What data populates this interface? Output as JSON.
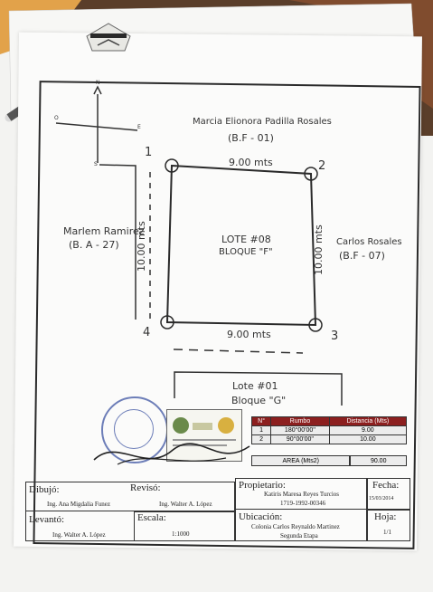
{
  "north_arrow": {
    "n": "N",
    "e": "E",
    "o": "O",
    "s": "S"
  },
  "lots": {
    "main": {
      "title": "LOTE #08",
      "subtitle": "BLOQUE \"F\""
    },
    "south": {
      "title": "Lote #01",
      "subtitle": "Bloque \"G\""
    }
  },
  "neighbors": {
    "north": {
      "name": "Marcia Elionora Padilla Rosales",
      "code": "(B.F - 01)"
    },
    "west": {
      "name": "Marlem Ramirez",
      "code": "(B. A - 27)"
    },
    "east": {
      "name": "Carlos Rosales",
      "code": "(B.F - 07)"
    }
  },
  "dimensions": {
    "top": "9.00 mts",
    "bottom": "9.00 mts",
    "left": "10.00 mts",
    "right": "10.00 mts"
  },
  "vertices": [
    "1",
    "2",
    "3",
    "4"
  ],
  "rumbo_table": {
    "headers": [
      "N°",
      "Rumbo",
      "Distancia (Mts)"
    ],
    "rows": [
      [
        "1",
        "180°00'00''",
        "9.00"
      ],
      [
        "2",
        "90°00'00''",
        "10.00"
      ]
    ],
    "area_label": "AREA (Mts2)",
    "area_value": "90.00"
  },
  "title_block": {
    "dibujo_label": "Dibujó:",
    "dibujo_value": "Ing. Ana Migdalia Funez",
    "reviso_label": "Revisó:",
    "reviso_value": "Ing. Walter A. López",
    "propietario_label": "Propietario:",
    "propietario_value": "Katiris Maresa Reyes Turcios",
    "propietario_id": "1719-1992-00346",
    "fecha_label": "Fecha:",
    "fecha_value": "15/03/2014",
    "levanto_label": "Levantó:",
    "levanto_value": "Ing. Walter A. López",
    "escala_label": "Escala:",
    "escala_value": "1:1000",
    "ubicacion_label": "Ubicación:",
    "ubicacion_value": "Colonia Carlos Reynaldo Martinez",
    "ubicacion_value2": "Segunda Etapa",
    "hoja_label": "Hoja:",
    "hoja_value": "1/1"
  },
  "colors": {
    "table_header": "#8c1f1f",
    "stamp": "#4a5fa8",
    "ink": "#2a2a2a"
  }
}
